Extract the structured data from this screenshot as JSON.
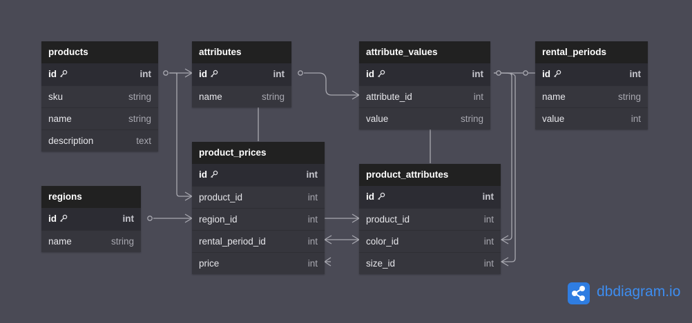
{
  "tables": {
    "products": {
      "name": "products",
      "fields": [
        {
          "name": "id",
          "type": "int",
          "pk": true
        },
        {
          "name": "sku",
          "type": "string"
        },
        {
          "name": "name",
          "type": "string"
        },
        {
          "name": "description",
          "type": "text"
        }
      ]
    },
    "attributes": {
      "name": "attributes",
      "fields": [
        {
          "name": "id",
          "type": "int",
          "pk": true
        },
        {
          "name": "name",
          "type": "string"
        }
      ]
    },
    "attribute_values": {
      "name": "attribute_values",
      "fields": [
        {
          "name": "id",
          "type": "int",
          "pk": true
        },
        {
          "name": "attribute_id",
          "type": "int"
        },
        {
          "name": "value",
          "type": "string"
        }
      ]
    },
    "rental_periods": {
      "name": "rental_periods",
      "fields": [
        {
          "name": "id",
          "type": "int",
          "pk": true
        },
        {
          "name": "name",
          "type": "string"
        },
        {
          "name": "value",
          "type": "int"
        }
      ]
    },
    "regions": {
      "name": "regions",
      "fields": [
        {
          "name": "id",
          "type": "int",
          "pk": true
        },
        {
          "name": "name",
          "type": "string"
        }
      ]
    },
    "product_prices": {
      "name": "product_prices",
      "fields": [
        {
          "name": "id",
          "type": "int",
          "pk": true
        },
        {
          "name": "product_id",
          "type": "int"
        },
        {
          "name": "region_id",
          "type": "int"
        },
        {
          "name": "rental_period_id",
          "type": "int"
        },
        {
          "name": "price",
          "type": "int"
        }
      ]
    },
    "product_attributes": {
      "name": "product_attributes",
      "fields": [
        {
          "name": "id",
          "type": "int",
          "pk": true
        },
        {
          "name": "product_id",
          "type": "int"
        },
        {
          "name": "color_id",
          "type": "int"
        },
        {
          "name": "size_id",
          "type": "int"
        }
      ]
    }
  },
  "brand": {
    "text": "dbdiagram.io",
    "color": "#3d8df0"
  },
  "colors": {
    "background": "#4a4a55",
    "header": "#212121",
    "body": "#36363d",
    "edge": "#a9a9b1"
  },
  "icons": {
    "key": "key-icon",
    "logo": "dbdiagram-logo-icon"
  }
}
